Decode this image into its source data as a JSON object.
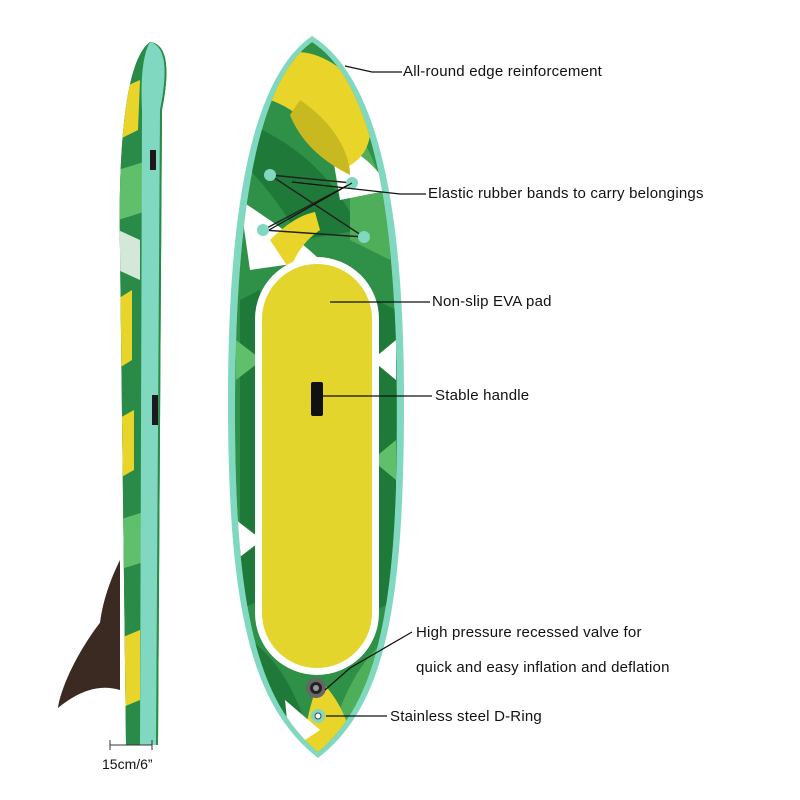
{
  "annotations": {
    "edge": "All-round edge reinforcement",
    "bands": "Elastic rubber bands to carry belongings",
    "pad": "Non-slip EVA pad",
    "handle": "Stable handle",
    "valve_line1": "High pressure recessed valve for",
    "valve_line2": "quick and easy inflation and deflation",
    "dring": "Stainless steel D-Ring"
  },
  "side_view": {
    "thickness": "15cm/6”"
  },
  "colors": {
    "mint": "#7fd8bf",
    "leaf_dark": "#1f7a3a",
    "leaf_light": "#4fae5a",
    "banana": "#e9d52a",
    "pad": "#e3d52b",
    "fin": "#3a2a22"
  }
}
